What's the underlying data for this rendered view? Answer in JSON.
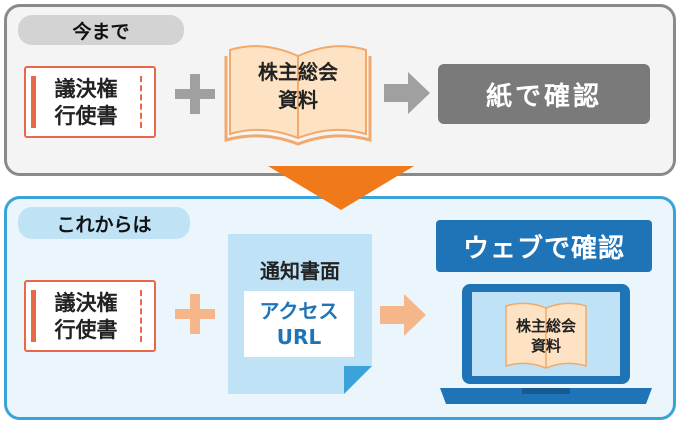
{
  "top_section": {
    "label": "今まで",
    "ticket_line1": "議決権",
    "ticket_line2": "行使書",
    "book_line1": "株主総会",
    "book_line2": "資料",
    "result": "紙で確認"
  },
  "bottom_section": {
    "label": "これからは",
    "ticket_line1": "議決権",
    "ticket_line2": "行使書",
    "notice_title": "通知書面",
    "url_line1": "アクセス",
    "url_line2": "URL",
    "result": "ウェブで確認",
    "screen_line1": "株主総会",
    "screen_line2": "資料"
  },
  "colors": {
    "gray_panel_border": "#8a8a8a",
    "blue_panel_border": "#3ba3d9",
    "orange_arrow": "#f07a1a",
    "ticket_red": "#e8684a",
    "blue_button": "#1f74b8",
    "gray_button": "#7a7a7a"
  }
}
